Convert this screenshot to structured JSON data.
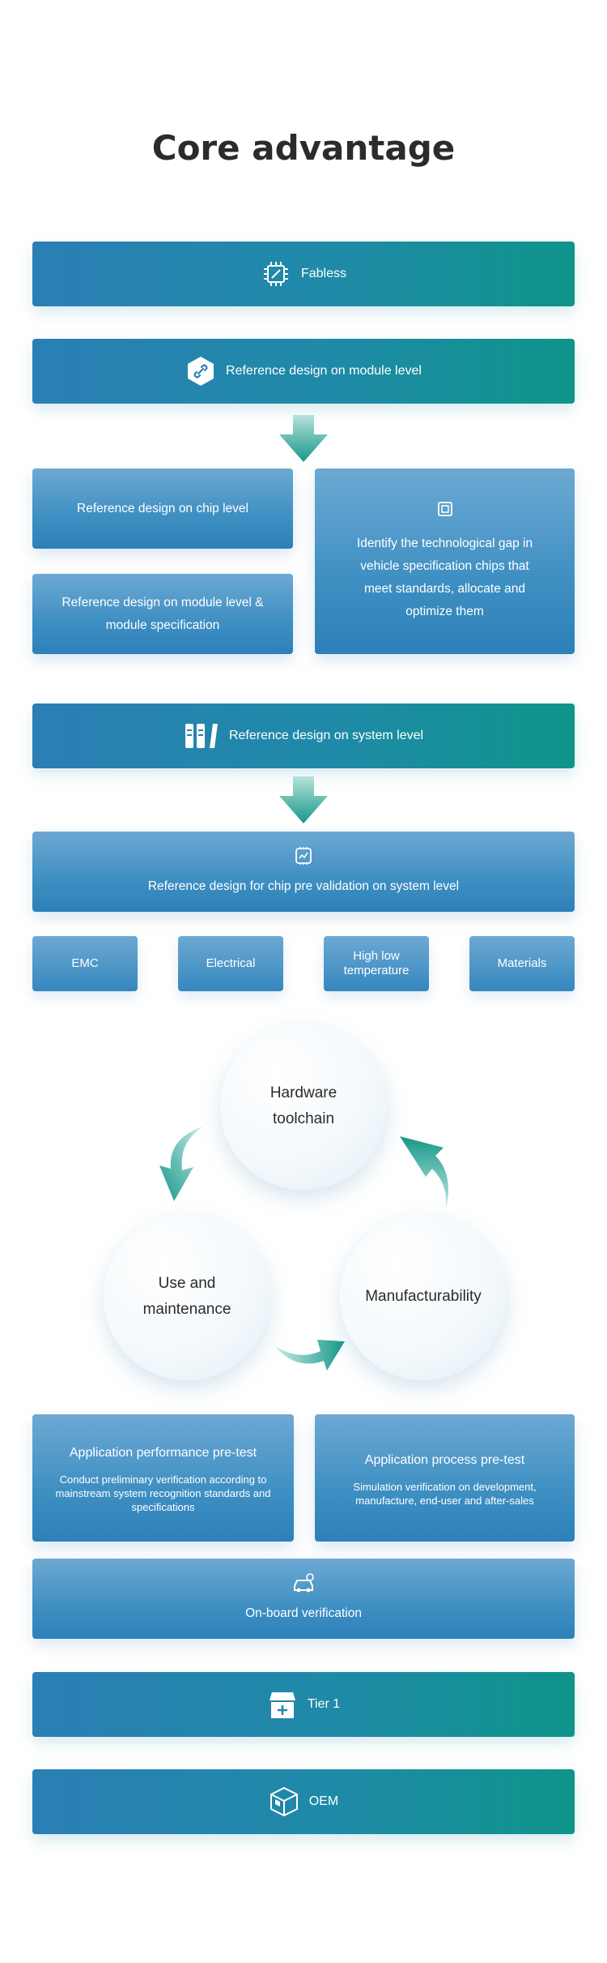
{
  "title": "Core advantage",
  "bars": {
    "fabless": "Fabless",
    "module": "Reference design on module level",
    "system": "Reference design on system level",
    "tier1": "Tier 1",
    "oem": "OEM"
  },
  "cards": {
    "chip": "Reference design on chip level",
    "module_spec": "Reference design on module level & module specification",
    "gap": "Identify the technological gap in vehicle specification chips that meet standards, allocate and optimize them",
    "validation": "Reference design for chip pre validation on system level",
    "onboard": "On-board verification"
  },
  "tests": [
    "EMC",
    "Electrical",
    "High low temperature",
    "Materials"
  ],
  "cycle": {
    "hardware": "Hardware toolchain",
    "maintenance": "Use and maintenance",
    "manufacturability": "Manufacturability"
  },
  "pretest": {
    "performance_title": "Application performance pre-test",
    "performance_desc": "Conduct preliminary verification according to mainstream system recognition standards and specifications",
    "process_title": "Application process pre-test",
    "process_desc": "Simulation verification on development, manufacture, end-user and after-sales"
  },
  "icons": {
    "fabless": "chip-icon",
    "module": "link-hexagon-icon",
    "gap": "chip-small-icon",
    "system": "modules-icon",
    "validation": "board-icon",
    "onboard": "car-icon",
    "tier1": "factory-icon",
    "oem": "cube-icon"
  },
  "colors": {
    "teal": "#0e948a",
    "blue": "#2a7fb4",
    "light_blue": "#6da9d3",
    "title": "#2b2b2b"
  }
}
